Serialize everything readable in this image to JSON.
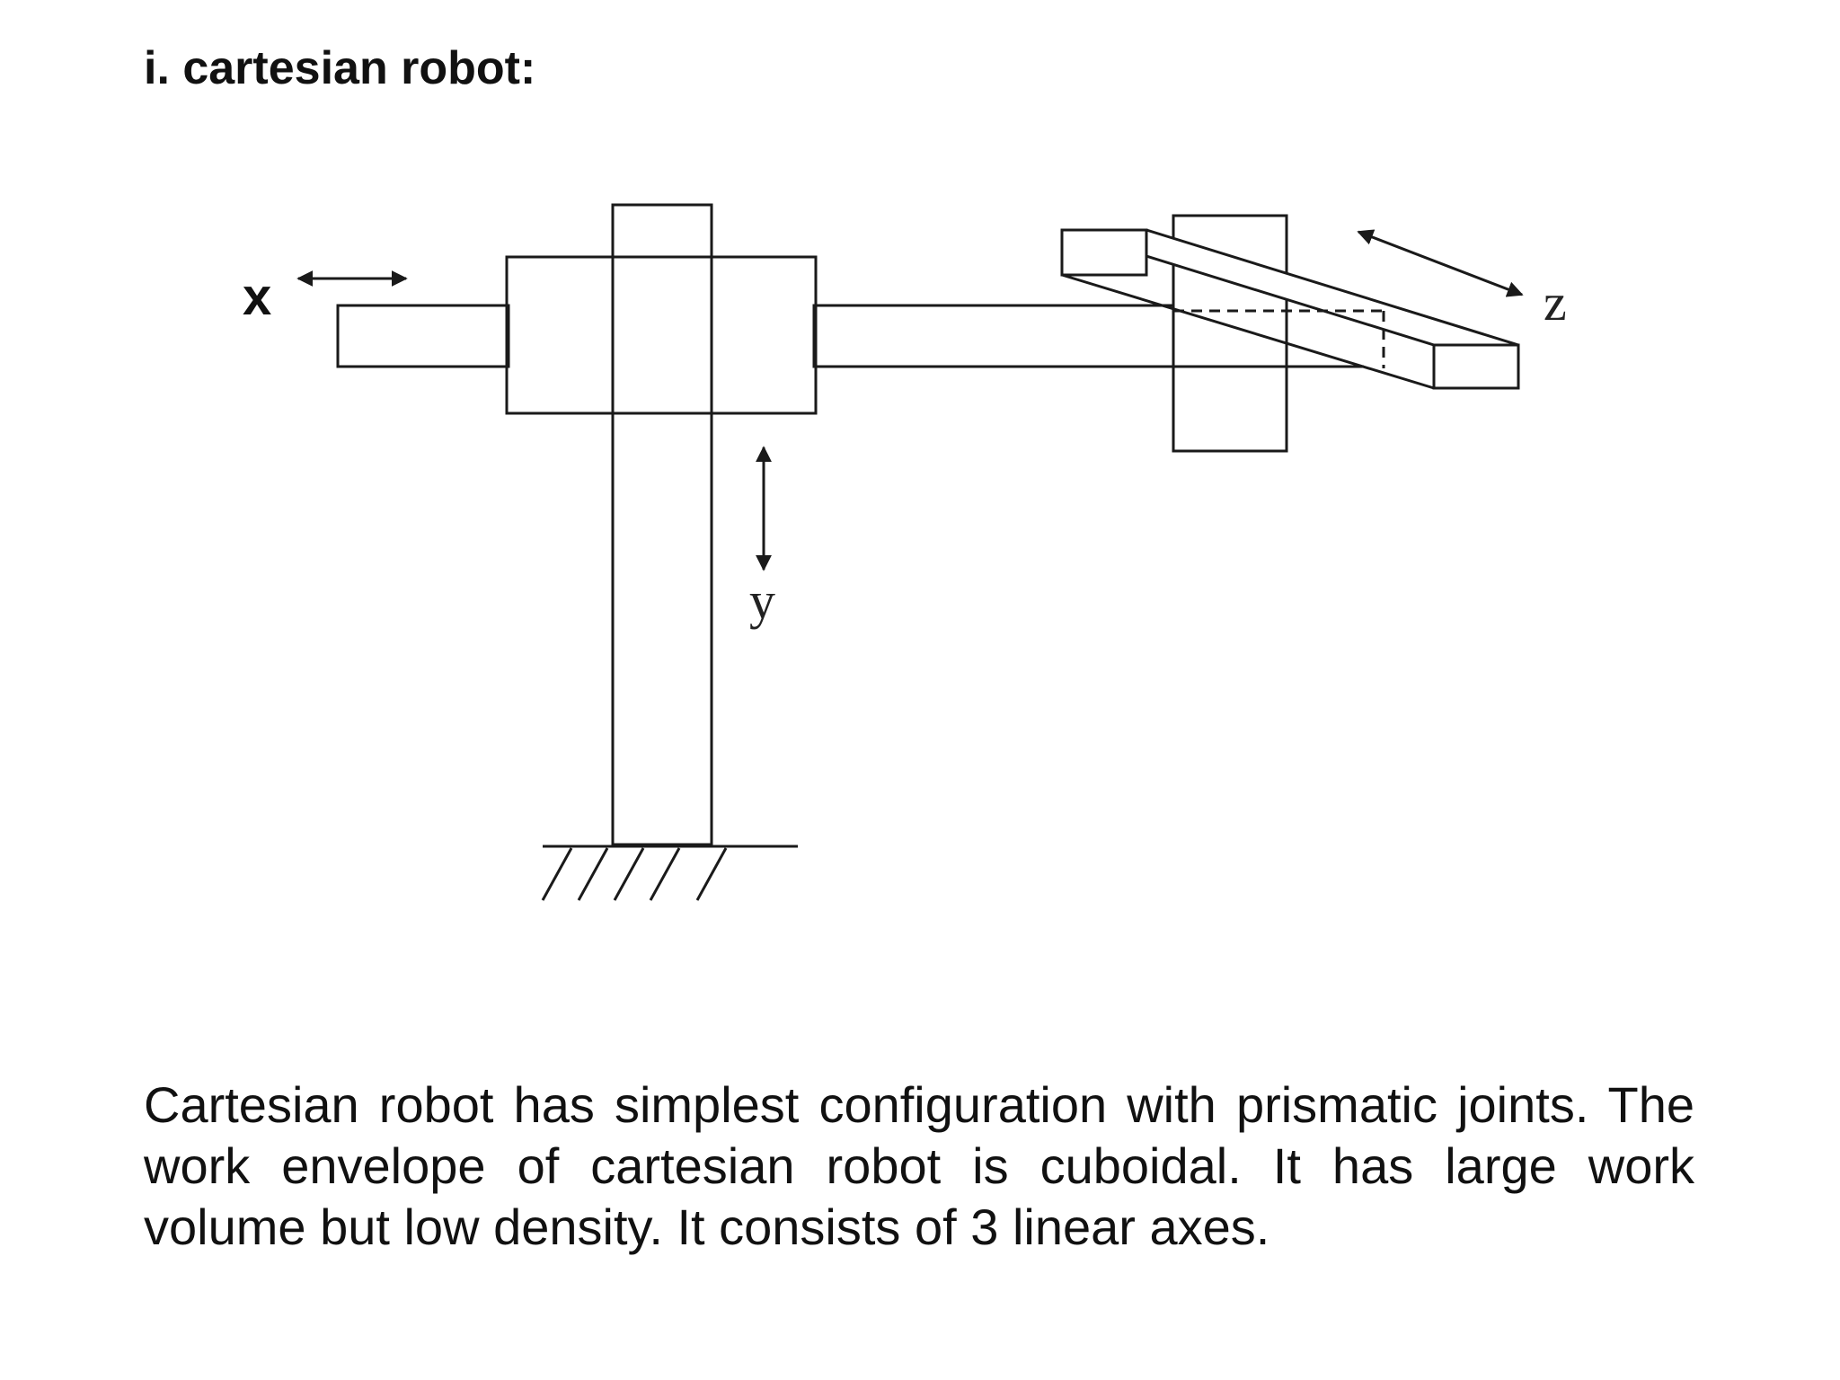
{
  "heading": "i. cartesian robot:",
  "figure": {
    "axis_labels": {
      "x": "x",
      "y": "y",
      "z": "z"
    }
  },
  "paragraph": "Cartesian robot has simplest configuration with prismatic joints. The work envelope of cartesian robot is cuboidal. It has large work volume but low density. It consists of 3 linear axes."
}
